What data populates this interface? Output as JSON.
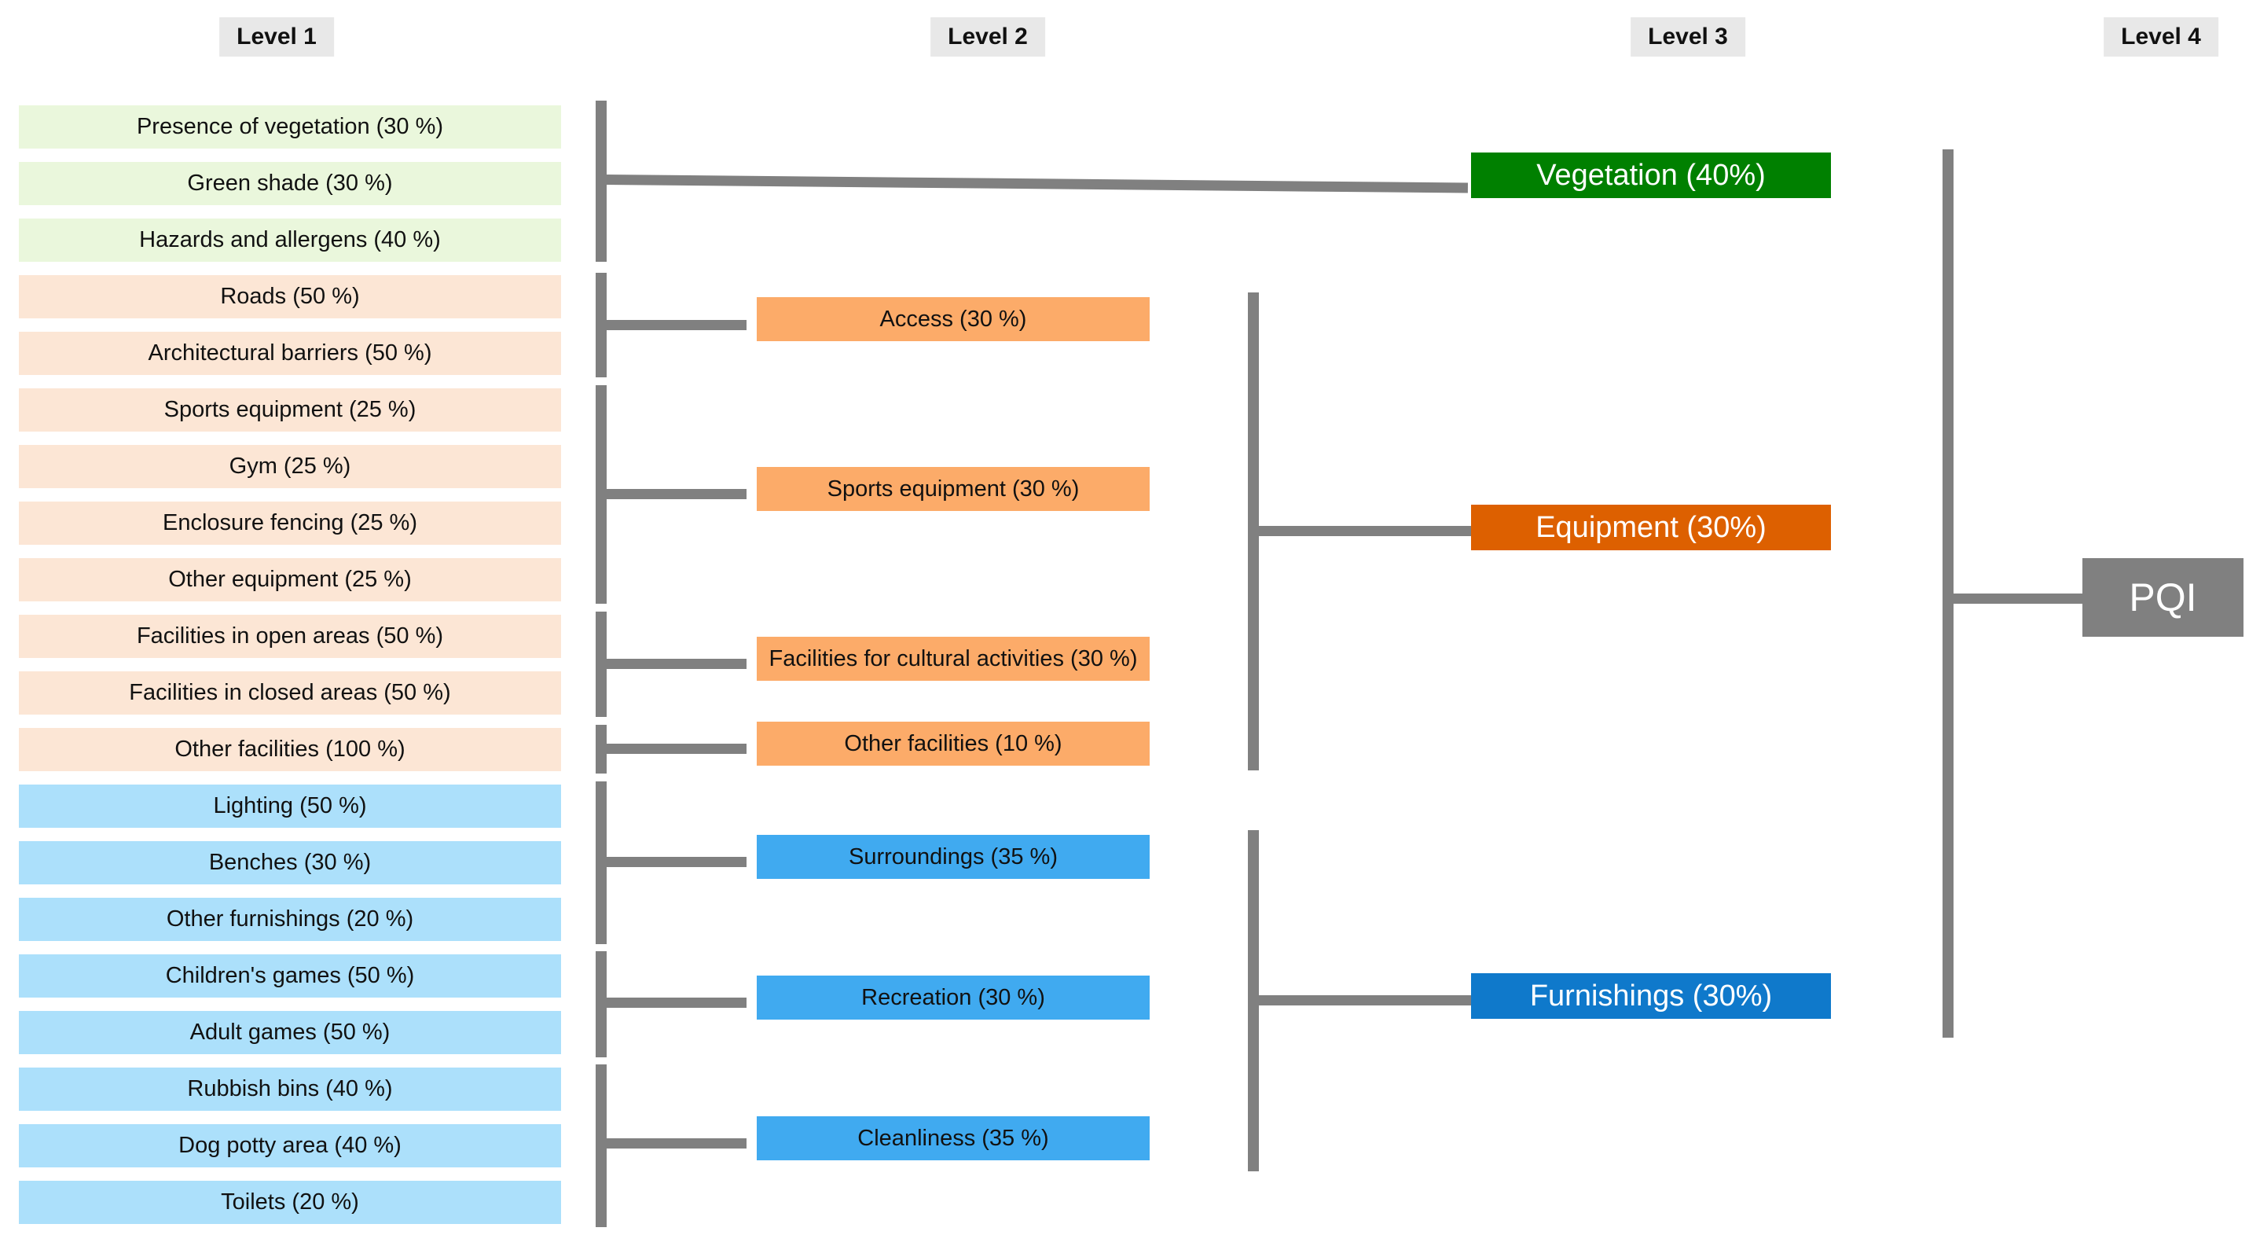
{
  "diagram": {
    "title": "PQI hierarchical weighting tree",
    "colors": {
      "header_bg": "#e8e8e8",
      "connector": "#808080",
      "level1_green": "#eaf7dc",
      "level1_orange": "#fce6d5",
      "level1_blue": "#ace0fb",
      "level2_orange": "#fcab69",
      "level2_blue": "#40aaf0",
      "level3_green": "#008000",
      "level3_orange": "#dd6000",
      "level3_blue": "#0f79cb",
      "level4_gray": "#808080"
    }
  },
  "headers": [
    {
      "label": "Level 1"
    },
    {
      "label": "Level 2"
    },
    {
      "label": "Level 3"
    },
    {
      "label": "Level 4"
    }
  ],
  "level1": [
    {
      "label": "Presence of vegetation (30 %)",
      "weight": 30,
      "group": "green"
    },
    {
      "label": "Green shade (30 %)",
      "weight": 30,
      "group": "green"
    },
    {
      "label": "Hazards and allergens (40 %)",
      "weight": 40,
      "group": "green"
    },
    {
      "label": "Roads (50 %)",
      "weight": 50,
      "group": "orange"
    },
    {
      "label": "Architectural barriers (50 %)",
      "weight": 50,
      "group": "orange"
    },
    {
      "label": "Sports equipment (25 %)",
      "weight": 25,
      "group": "orange"
    },
    {
      "label": "Gym (25 %)",
      "weight": 25,
      "group": "orange"
    },
    {
      "label": "Enclosure fencing (25 %)",
      "weight": 25,
      "group": "orange"
    },
    {
      "label": "Other equipment (25 %)",
      "weight": 25,
      "group": "orange"
    },
    {
      "label": "Facilities in open areas (50 %)",
      "weight": 50,
      "group": "orange"
    },
    {
      "label": "Facilities in closed areas (50 %)",
      "weight": 50,
      "group": "orange"
    },
    {
      "label": "Other facilities (100 %)",
      "weight": 100,
      "group": "orange"
    },
    {
      "label": "Lighting (50 %)",
      "weight": 50,
      "group": "blue"
    },
    {
      "label": "Benches (30 %)",
      "weight": 30,
      "group": "blue"
    },
    {
      "label": "Other furnishings (20 %)",
      "weight": 20,
      "group": "blue"
    },
    {
      "label": "Children's games (50 %)",
      "weight": 50,
      "group": "blue"
    },
    {
      "label": "Adult games (50 %)",
      "weight": 50,
      "group": "blue"
    },
    {
      "label": "Rubbish bins (40 %)",
      "weight": 40,
      "group": "blue"
    },
    {
      "label": "Dog potty area (40 %)",
      "weight": 40,
      "group": "blue"
    },
    {
      "label": "Toilets (20 %)",
      "weight": 20,
      "group": "blue"
    }
  ],
  "level2": [
    {
      "label": "Access (30 %)",
      "weight": 30,
      "group": "orange"
    },
    {
      "label": "Sports equipment (30 %)",
      "weight": 30,
      "group": "orange"
    },
    {
      "label": "Facilities for cultural activities (30 %)",
      "weight": 30,
      "group": "orange"
    },
    {
      "label": "Other facilities (10 %)",
      "weight": 10,
      "group": "orange"
    },
    {
      "label": "Surroundings (35 %)",
      "weight": 35,
      "group": "blue"
    },
    {
      "label": "Recreation (30 %)",
      "weight": 30,
      "group": "blue"
    },
    {
      "label": "Cleanliness (35 %)",
      "weight": 35,
      "group": "blue"
    }
  ],
  "level3": [
    {
      "label": "Vegetation (40%)",
      "weight": 40,
      "group": "green"
    },
    {
      "label": "Equipment (30%)",
      "weight": 30,
      "group": "orange"
    },
    {
      "label": "Furnishings (30%)",
      "weight": 30,
      "group": "blue"
    }
  ],
  "level4": [
    {
      "label": "PQI"
    }
  ]
}
